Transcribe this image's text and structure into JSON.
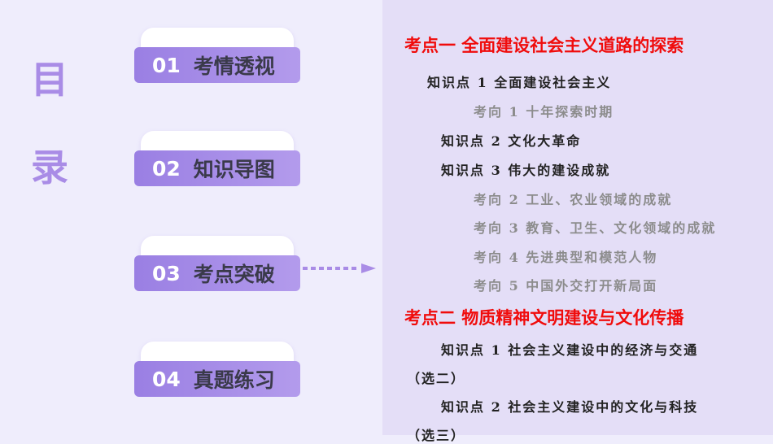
{
  "title": [
    "目",
    "录"
  ],
  "buttons": [
    {
      "num": "01",
      "label": "考情透视"
    },
    {
      "num": "02",
      "label": "知识导图"
    },
    {
      "num": "03",
      "label": "考点突破"
    },
    {
      "num": "04",
      "label": "真题练习"
    }
  ],
  "outline": [
    "考点一  全面建设社会主义道路的探索",
    "知识点 1  全面建设社会主义",
    "考向 1  十年探索时期",
    "知识点 2  文化大革命",
    "知识点 3  伟大的建设成就",
    "考向 2  工业、农业领域的成就",
    "考向 3  教育、卫生、文化领域的成就",
    "考向 4  先进典型和模范人物",
    "考向 5  中国外交打开新局面",
    "考点二  物质精神文明建设与文化传播",
    "知识点 1  社会主义建设中的经济与交通",
    "（选二）",
    "知识点 2  社会主义建设中的文化与科技",
    "（选三）"
  ],
  "colors": {
    "accent": "#9a7fe3",
    "heading": "#f00c0c"
  }
}
